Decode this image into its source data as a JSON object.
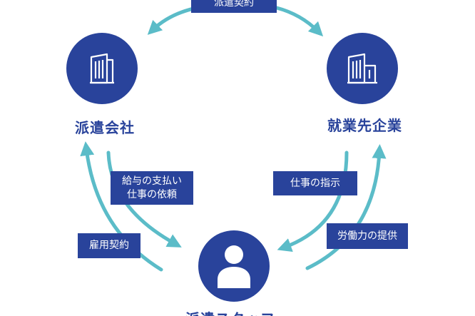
{
  "colors": {
    "node": "#29439b",
    "arrow": "#5bbcc8",
    "tag_text": "#ffffff"
  },
  "nodes": {
    "dispatch_company": {
      "label": "派遣会社",
      "icon": "building-icon"
    },
    "client_company": {
      "label": "就業先企業",
      "icon": "building-icon"
    },
    "dispatch_staff": {
      "label": "派遣スタッフ",
      "icon": "person-icon"
    }
  },
  "tags": {
    "dispatch_contract": "派遣契約",
    "salary_and_request": "給与の支払い\n仕事の依頼",
    "employment_contract": "雇用契約",
    "work_instructions": "仕事の指示",
    "labor_provision": "労働力の提供"
  }
}
